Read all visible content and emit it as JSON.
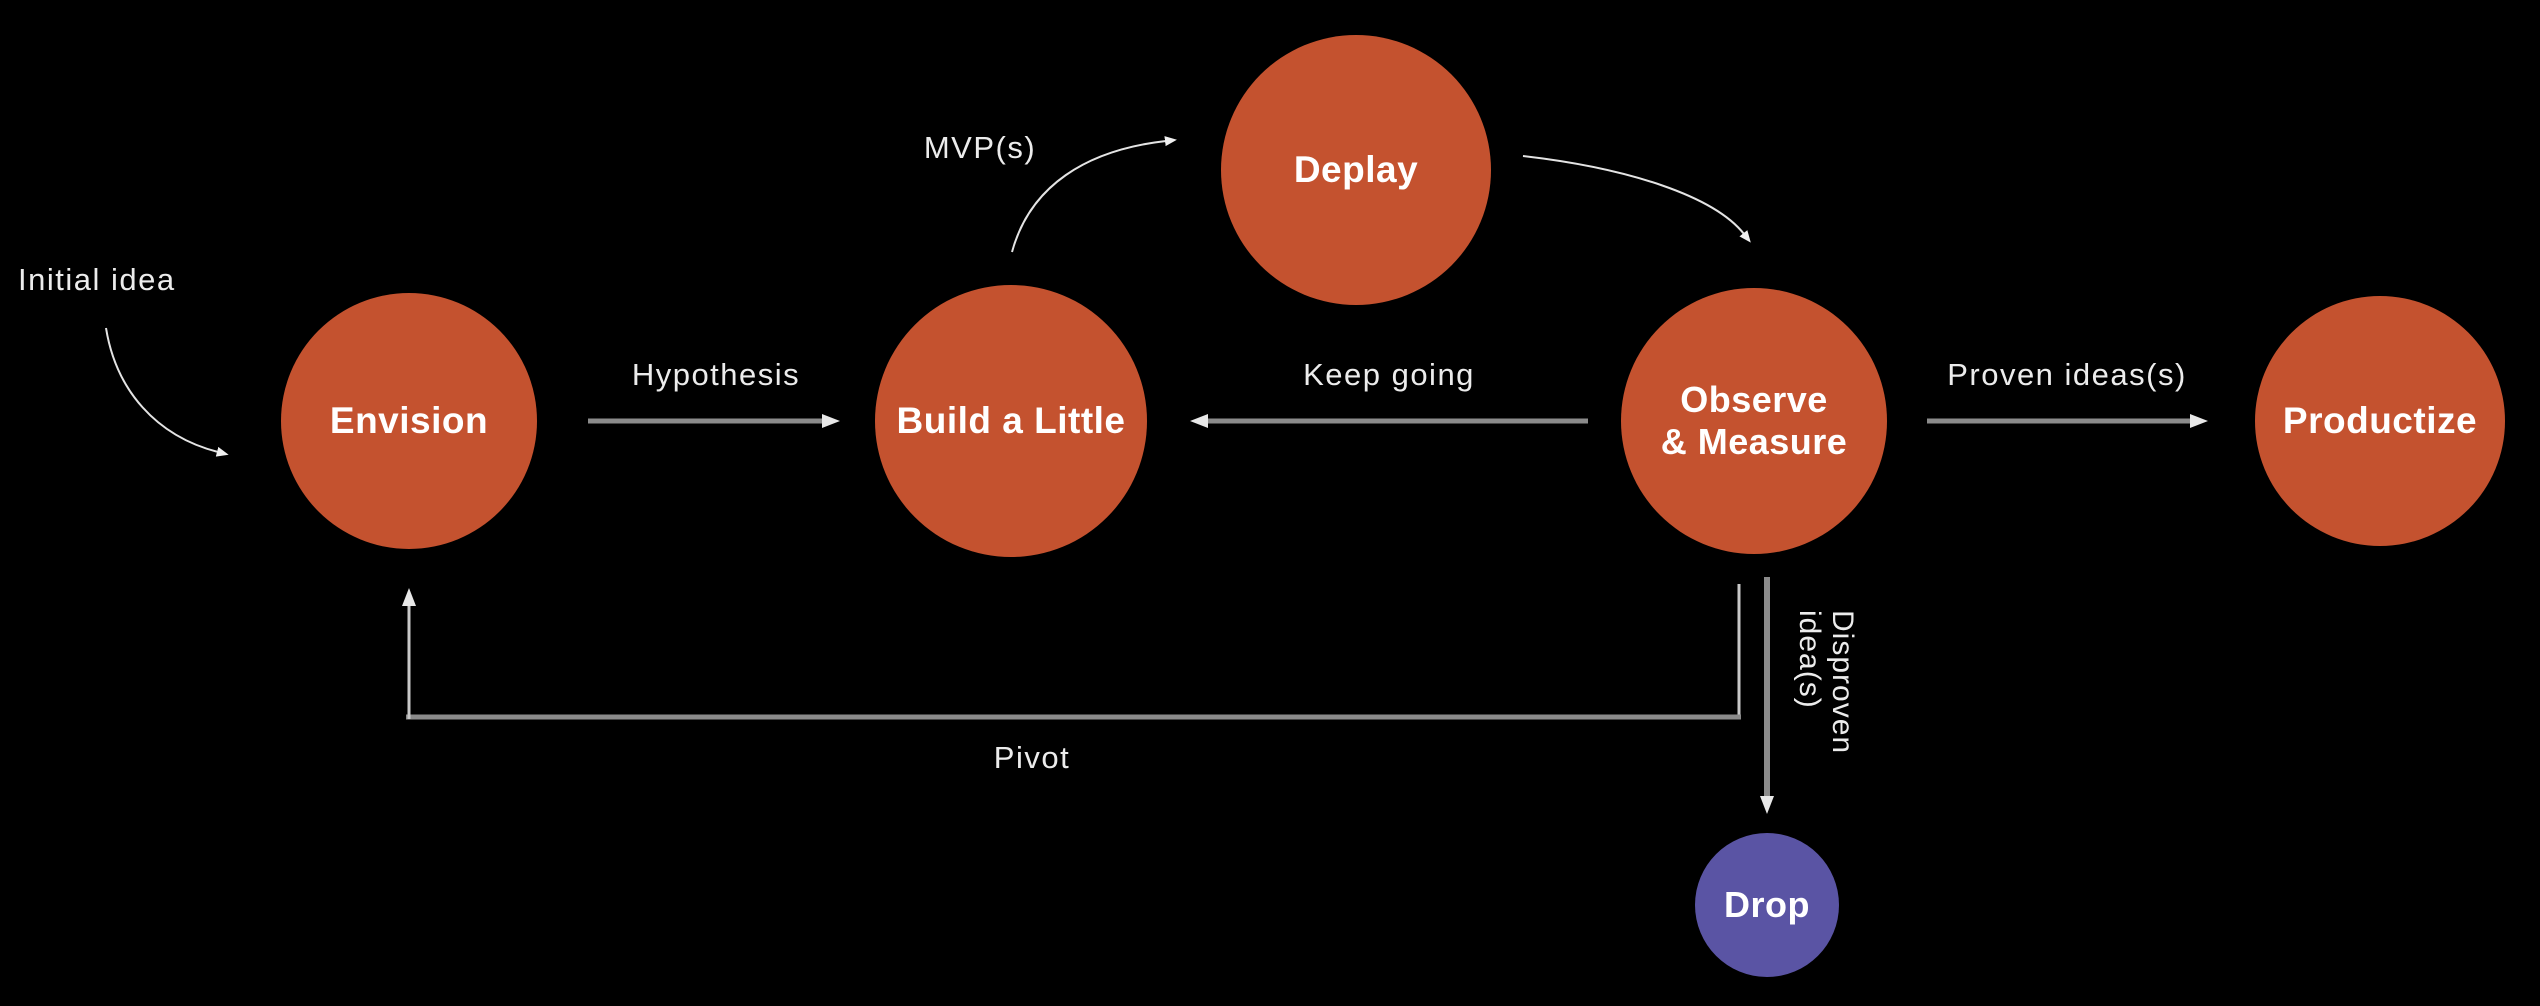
{
  "diagram": {
    "background_color": "#000000",
    "node_fill_color": "#C4522F",
    "drop_fill_color": "#5A54A4",
    "node_text_color": "#FFFFFF",
    "label_text_color": "#ECECEC",
    "straight_arrow_color": "#8B8B8B",
    "curved_arrow_color": "#E4E4E4",
    "arrowhead_color": "#E8E8E8",
    "nodes": [
      {
        "id": "envision",
        "label": "Envision"
      },
      {
        "id": "build",
        "label": "Build a Little"
      },
      {
        "id": "deplay",
        "label": "Deplay"
      },
      {
        "id": "observe",
        "label": "Observe",
        "label2": "& Measure"
      },
      {
        "id": "productize",
        "label": "Productize"
      },
      {
        "id": "drop",
        "label": "Drop"
      }
    ],
    "edge_labels": {
      "initial_idea": "Initial idea",
      "hypothesis": "Hypothesis",
      "mvp": "MVP(s)",
      "keep_going": "Keep going",
      "proven_ideas": "Proven ideas(s)",
      "pivot": "Pivot",
      "disproven_line1": "Disproven",
      "disproven_line2": "idea(s)"
    }
  }
}
